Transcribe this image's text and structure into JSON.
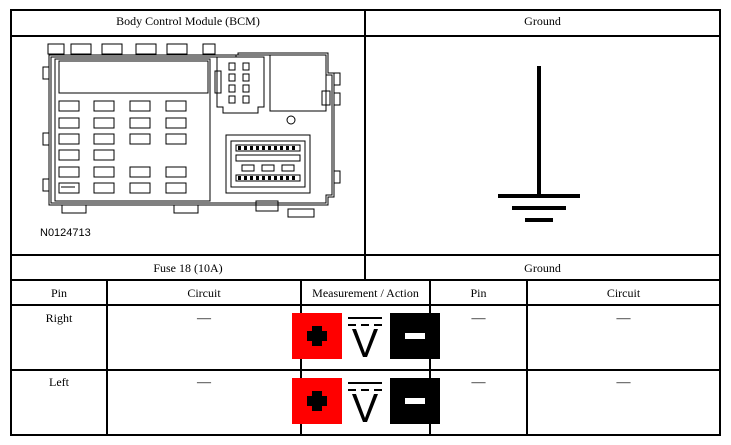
{
  "header": {
    "left": "Body Control Module (BCM)",
    "right": "Ground"
  },
  "figure": {
    "code": "N0124713"
  },
  "subheader": {
    "left": "Fuse 18 (10A)",
    "right": "Ground"
  },
  "columns": [
    "Pin",
    "Circuit",
    "Measurement / Action",
    "Pin",
    "Circuit"
  ],
  "rows": [
    {
      "pin": "Right",
      "circuit": "—",
      "pin2": "—",
      "circuit2": "—"
    },
    {
      "pin": "Left",
      "circuit": "—",
      "pin2": "—",
      "circuit2": "—"
    }
  ],
  "colors": {
    "positive": "#ff0000",
    "negative": "#000000"
  },
  "icons": [
    "plus-icon",
    "dc-voltage-icon",
    "minus-icon",
    "ground-symbol-icon"
  ]
}
